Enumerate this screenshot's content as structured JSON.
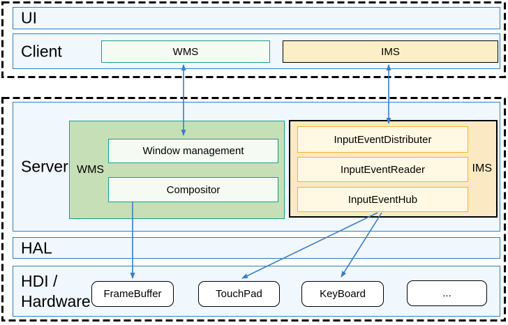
{
  "palette": {
    "blue_border": "#2E7EC1",
    "row_fill": "#F0F7FD",
    "arrow": "#3A7CC8",
    "teal": "#11A189",
    "green_group_fill": "#C7DFB7",
    "green_inner_fill": "#F5FAF2",
    "client_ims_fill": "#FCEFC7",
    "ims_group_fill": "#FBE9C4",
    "ims_inner_fill": "#FFF8E3",
    "gold": "#F0B429",
    "outline_dark": "#000000",
    "hw_box_fill": "#FFFFFF",
    "text": "#000000"
  },
  "layers": {
    "ui": {
      "label": "UI"
    },
    "client": {
      "label": "Client",
      "wms_label": "WMS",
      "ims_label": "IMS"
    },
    "server": {
      "label": "Server",
      "wms_group": {
        "label": "WMS",
        "items": [
          "Window management",
          "Compositor"
        ]
      },
      "ims_group": {
        "label": "IMS",
        "items": [
          "InputEventDistributer",
          "InputEventReader",
          "InputEventHub"
        ]
      }
    },
    "hal": {
      "label": "HAL"
    },
    "hardware": {
      "label_line1": "HDI /",
      "label_line2": "Hardware",
      "items": [
        "FrameBuffer",
        "TouchPad",
        "KeyBoard",
        "..."
      ]
    }
  }
}
